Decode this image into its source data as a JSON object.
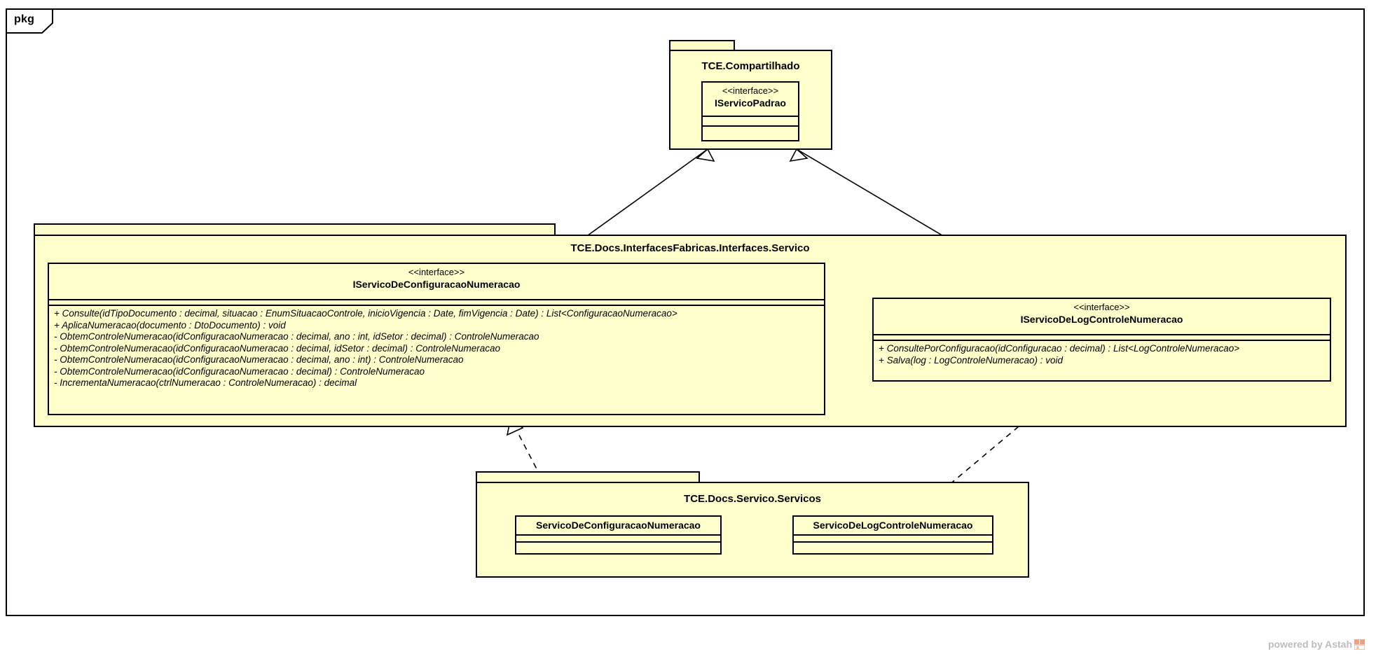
{
  "diagram": {
    "frame_label": "pkg",
    "watermark": "powered by Astah",
    "watermark_logo": "astah-logo-icon",
    "fill_color": "#ffffcc",
    "line_color": "#000000",
    "background_color": "#ffffff",
    "watermark_color": "#bcbcbc",
    "logo_color": "#f0a080"
  },
  "packages": [
    {
      "id": "compartilhado",
      "name": "TCE.Compartilhado",
      "classifiers": [
        {
          "id": "iservicopadrao",
          "stereotype": "<<interface>>",
          "name": "IServicoPadrao",
          "attributes": [],
          "operations": []
        }
      ]
    },
    {
      "id": "interfaces-servico",
      "name": "TCE.Docs.InterfacesFabricas.Interfaces.Servico",
      "classifiers": [
        {
          "id": "iservicodeconfiguracaonumeracao",
          "stereotype": "<<interface>>",
          "name": "IServicoDeConfiguracaoNumeracao",
          "attributes": [],
          "operations": [
            "+ Consulte(idTipoDocumento : decimal, situacao : EnumSituacaoControle, inicioVigencia : Date, fimVigencia : Date) : List<ConfiguracaoNumeracao>",
            "+ AplicaNumeracao(documento : DtoDocumento) : void",
            "- ObtemControleNumeracao(idConfiguracaoNumeracao : decimal, ano : int, idSetor : decimal) : ControleNumeracao",
            "- ObtemControleNumeracao(idConfiguracaoNumeracao : decimal, idSetor : decimal) : ControleNumeracao",
            "- ObtemControleNumeracao(idConfiguracaoNumeracao : decimal, ano : int) : ControleNumeracao",
            "- ObtemControleNumeracao(idConfiguracaoNumeracao : decimal) : ControleNumeracao",
            "- IncrementaNumeracao(ctrlNumeracao : ControleNumeracao) : decimal"
          ]
        },
        {
          "id": "iservicodelogcontrolenumeracao",
          "stereotype": "<<interface>>",
          "name": "IServicoDeLogControleNumeracao",
          "attributes": [],
          "operations": [
            "+ ConsultePorConfiguracao(idConfiguracao : decimal) : List<LogControleNumeracao>",
            "+ Salva(log : LogControleNumeracao) : void"
          ]
        }
      ]
    },
    {
      "id": "servico-servicos",
      "name": "TCE.Docs.Servico.Servicos",
      "classifiers": [
        {
          "id": "servicodeconfiguracaonumeracao",
          "stereotype": "",
          "name": "ServicoDeConfiguracaoNumeracao",
          "attributes": [],
          "operations": []
        },
        {
          "id": "servicodelogcontrolenumeracao",
          "stereotype": "",
          "name": "ServicoDeLogControleNumeracao",
          "attributes": [],
          "operations": []
        }
      ]
    }
  ],
  "relationships": [
    {
      "id": "gen-conf-padrao",
      "type": "generalization",
      "from": "iservicodeconfiguracaonumeracao",
      "to": "iservicopadrao"
    },
    {
      "id": "gen-log-padrao",
      "type": "generalization",
      "from": "iservicodelogcontrolenumeracao",
      "to": "iservicopadrao"
    },
    {
      "id": "assoc-conf-log",
      "type": "association",
      "from": "iservicodeconfiguracaonumeracao",
      "to": "iservicodelogcontrolenumeracao"
    },
    {
      "id": "real-servconf-iconf",
      "type": "realization",
      "from": "servicodeconfiguracaonumeracao",
      "to": "iservicodeconfiguracaonumeracao"
    },
    {
      "id": "real-servlog-ilog",
      "type": "realization",
      "from": "servicodelogcontrolenumeracao",
      "to": "iservicodelogcontrolenumeracao"
    }
  ]
}
